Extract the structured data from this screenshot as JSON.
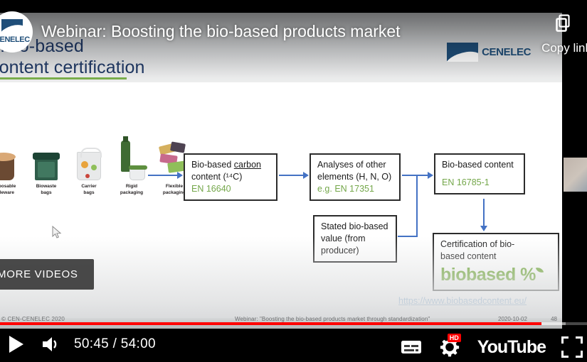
{
  "player": {
    "title_overlay": "Webinar: Boosting the bio-based products market",
    "channel_avatar_word": "CENELEC",
    "copy_link_tooltip": "Copy link",
    "more_videos_label": "MORE VIDEOS",
    "time_display": "50:45 / 54:00",
    "current_time": "50:45",
    "duration": "54:00",
    "progress_percent": 92,
    "quality_badge": "HD",
    "brand_wordmark": "YouTube",
    "controls": {
      "play": "play-button",
      "volume": "volume-button",
      "subtitles": "subtitles-button",
      "settings": "settings-button",
      "fullscreen": "fullscreen-button"
    },
    "accent_color": "#ff0000"
  },
  "slide": {
    "title": "...bio-based\ncontent certification",
    "rule_color": "#7aad4c",
    "logo_word": "CENELEC",
    "url": "https://www.biobasedcontent.eu/",
    "footer": {
      "copyright": "© CEN-CENELEC 2020",
      "title": "Webinar: \"Boosting the bio-based products market through standardization\"",
      "date": "2020-10-02",
      "page": "48"
    },
    "products": [
      {
        "caption": "Disposable\ntableware"
      },
      {
        "caption": "Biowaste\nbags"
      },
      {
        "caption": "Carrier\nbags"
      },
      {
        "caption": "Rigid\npackaging"
      },
      {
        "caption": "Flexible\npackaging"
      }
    ],
    "diagram": {
      "boxes": {
        "carbon": {
          "line1_a": "Bio-based ",
          "line1_b": "carbon",
          "line2": "content (¹⁴C)",
          "standard": "EN 16640"
        },
        "analyses": {
          "line1": "Analyses of other",
          "line2": "elements (H, N, O)",
          "standard": "e.g. EN 17351"
        },
        "stated": {
          "line1": "Stated bio-based",
          "line2": "value (from",
          "line3": "producer)"
        },
        "content": {
          "line1": "Bio-based content",
          "standard": "EN 16785-1"
        },
        "certification": {
          "line1": "Certification of bio-",
          "line2": "based content",
          "logo_text": "biobased %"
        }
      },
      "arrow_color": "#4472c4",
      "standard_color": "#74a74a",
      "logo_color": "#6aa42f"
    }
  }
}
